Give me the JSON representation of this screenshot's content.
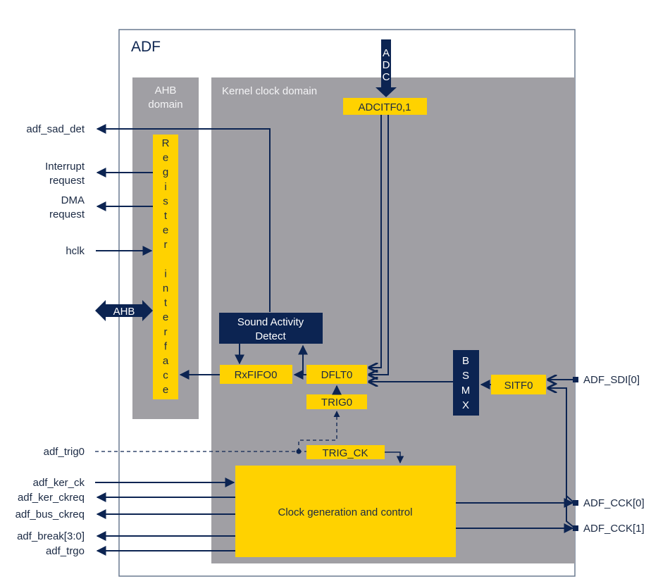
{
  "diagram": {
    "title": "ADF",
    "colors": {
      "navy": "#0c2452",
      "yellow": "#ffd200",
      "domain_gray": "#a09fa4",
      "frame": "#6a7a90"
    },
    "domains": {
      "ahb": {
        "line1": "AHB",
        "line2": "domain"
      },
      "kernel": {
        "label": "Kernel clock domain"
      }
    },
    "blocks": {
      "register_interface": [
        "R",
        "e",
        "g",
        "i",
        "s",
        "t",
        "e",
        "r",
        "",
        "i",
        "n",
        "t",
        "e",
        "r",
        "f",
        "a",
        "c",
        "e"
      ],
      "adc_input": [
        "A",
        "D",
        "C"
      ],
      "adcitf": "ADCITF0,1",
      "sound_activity_detect": {
        "line1": "Sound Activity",
        "line2": "Detect"
      },
      "rxfifo": "RxFIFO0",
      "dflt": "DFLT0",
      "trig": "TRIG0",
      "trig_ck": "TRIG_CK",
      "bsmx": [
        "B",
        "S",
        "M",
        "X"
      ],
      "sitf": "SITF0",
      "clock_gen": "Clock generation and control",
      "ahb_bus": "AHB"
    },
    "left_signals": {
      "sad_det": "adf_sad_det",
      "interrupt": {
        "line1": "Interrupt",
        "line2": "request"
      },
      "dma": {
        "line1": "DMA",
        "line2": "request"
      },
      "hclk": "hclk",
      "trig0": "adf_trig0",
      "ker_ck": "adf_ker_ck",
      "ker_ckreq": "adf_ker_ckreq",
      "bus_ckreq": "adf_bus_ckreq",
      "break": "adf_break[3:0]",
      "trgo": "adf_trgo"
    },
    "right_signals": {
      "sdi0": "ADF_SDI[0]",
      "cck0": "ADF_CCK[0]",
      "cck1": "ADF_CCK[1]"
    }
  }
}
